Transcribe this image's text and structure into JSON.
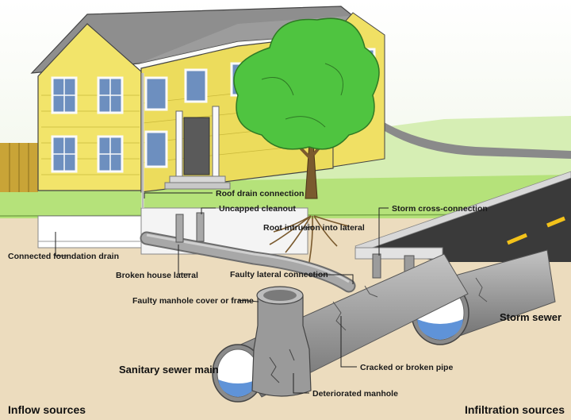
{
  "labels": {
    "roof_drain": "Roof drain connection",
    "uncapped_cleanout": "Uncapped cleanout",
    "storm_cross": "Storm cross-connection",
    "root_intrusion": "Root intrusion into lateral",
    "foundation_drain": "Connected foundation drain",
    "broken_lateral": "Broken house lateral",
    "faulty_lateral_conn": "Faulty lateral connection",
    "faulty_manhole_cover": "Faulty manhole cover or frame",
    "storm_sewer": "Storm sewer",
    "sanitary_main": "Sanitary sewer main",
    "cracked_pipe": "Cracked or broken pipe",
    "deteriorated_manhole": "Deteriorated manhole"
  },
  "footer": {
    "inflow": "Inflow sources",
    "infiltration": "Infiltration sources"
  },
  "colors": {
    "siding": "#f2e46a",
    "roof": "#8e8e8e",
    "grass": "#b5e27a",
    "soil": "#ecdcbe",
    "pipe": "#9c9c9c",
    "tree": "#4fc440",
    "water": "#5f93d8",
    "road": "#3a3a3a"
  }
}
